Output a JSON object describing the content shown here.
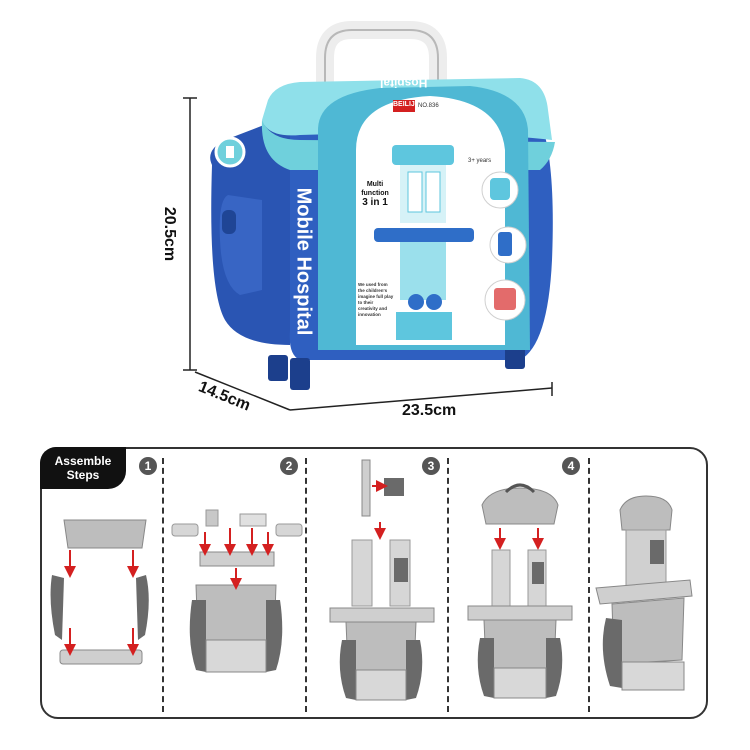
{
  "dimensions": {
    "height": "20.5cm",
    "depth": "14.5cm",
    "width": "23.5cm"
  },
  "package": {
    "top_text": "Hospital",
    "brand": "BEILIJIA",
    "model": "NO.836",
    "side_title": "Mobile Hospital",
    "badge_line1": "Multi",
    "badge_line2": "function",
    "badge_line3": "3 in 1",
    "age": "3+ years",
    "blurb": "We used from the children's imagine full play to their creativity and innovation"
  },
  "assembly": {
    "badge_line1": "Assemble",
    "badge_line2": "Steps",
    "steps": [
      "1",
      "2",
      "3",
      "4"
    ]
  },
  "colors": {
    "case_blue": "#2a55b3",
    "lid_teal": "#6fd0dc",
    "label_teal": "#4fb8d4",
    "part_grey": "#b9b9b9",
    "arrow_red": "#d42020"
  }
}
